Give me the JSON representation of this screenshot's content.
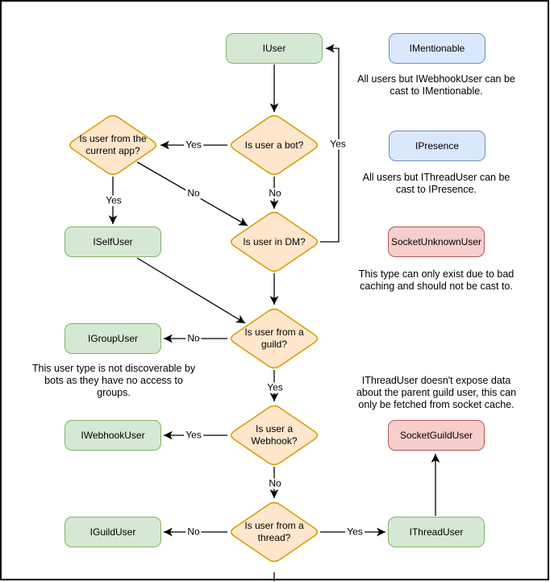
{
  "colors": {
    "background": "#ffffff",
    "text": "#000000",
    "line": "#000000",
    "green_fill": "#d5e8d4",
    "green_stroke": "#82b366",
    "blue_fill": "#dae8fc",
    "blue_stroke": "#6c8ebf",
    "red_fill": "#f8cecc",
    "red_stroke": "#b85450",
    "orange_fill": "#ffe6cc",
    "orange_stroke": "#d79b00"
  },
  "nodes": {
    "iuser": "IUser",
    "imentionable": "IMentionable",
    "ipresence": "IPresence",
    "socket_unknown_user": "SocketUnknownUser",
    "iself_user": "ISelfUser",
    "igroup_user": "IGroupUser",
    "iwebhook_user": "IWebhookUser",
    "iguild_user": "IGuildUser",
    "socket_guild_user": "SocketGuildUser",
    "ithread_user": "IThreadUser"
  },
  "decisions": {
    "is_bot": "Is user a bot?",
    "current_app": "Is user from the\ncurrent app?",
    "in_dm": "Is user in DM?",
    "from_guild": "Is user from a\nguild?",
    "is_webhook": "Is user a\nWebhook?",
    "from_thread": "Is user from a\nthread?"
  },
  "edge_labels": {
    "yes": "Yes",
    "no": "No"
  },
  "annotations": {
    "mentionable": "All users but IWebhookUser can be\ncast to IMentionable.",
    "presence": "All users but IThreadUser can be\ncast to IPresence.",
    "unknown": "This type can only exist due to bad\ncaching and should not be cast to.",
    "group": "This user type is not discoverable by\nbots as they have no access to\ngroups.",
    "thread": "IThreadUser doesn't expose data\nabout the parent guild user, this can\nonly be fetched from socket cache."
  }
}
